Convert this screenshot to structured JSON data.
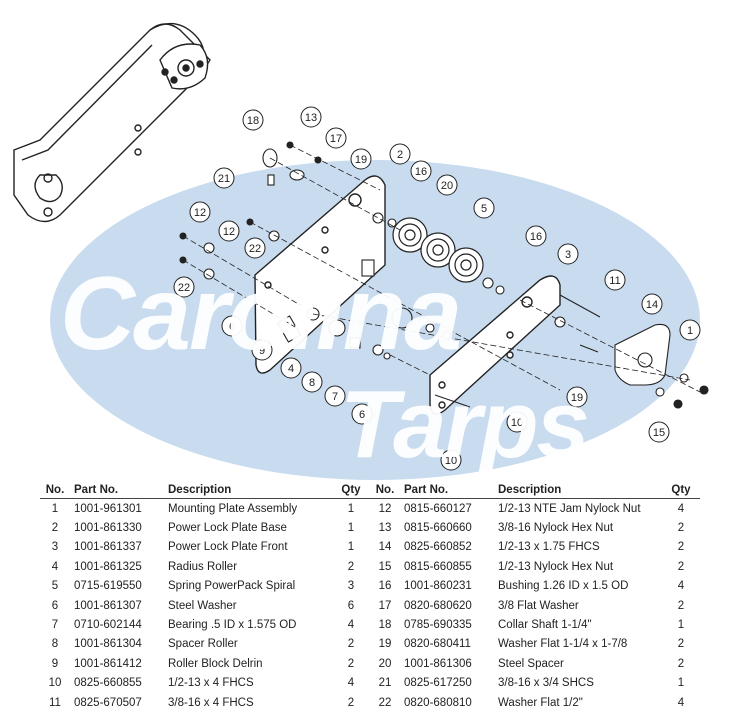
{
  "watermark": {
    "line1": "Carolina",
    "line2": "Tarps"
  },
  "callouts": [
    "18",
    "13",
    "17",
    "19",
    "2",
    "16",
    "20",
    "21",
    "12",
    "22",
    "5",
    "16",
    "3",
    "12",
    "22",
    "11",
    "14",
    "1",
    "6",
    "9",
    "4",
    "8",
    "7",
    "6",
    "10",
    "19",
    "15",
    "10"
  ],
  "table": {
    "headers": {
      "no": "No.",
      "part_no": "Part No.",
      "description": "Description",
      "qty": "Qty"
    },
    "rows": [
      {
        "left": {
          "no": "1",
          "part_no": "1001-961301",
          "description": "Mounting Plate Assembly",
          "qty": "1"
        },
        "right": {
          "no": "12",
          "part_no": "0815-660127",
          "description": "1/2-13 NTE Jam Nylock Nut",
          "qty": "4"
        }
      },
      {
        "left": {
          "no": "2",
          "part_no": "1001-861330",
          "description": "Power Lock Plate Base",
          "qty": "1"
        },
        "right": {
          "no": "13",
          "part_no": "0815-660660",
          "description": "3/8-16 Nylock Hex Nut",
          "qty": "2"
        }
      },
      {
        "left": {
          "no": "3",
          "part_no": "1001-861337",
          "description": "Power Lock Plate Front",
          "qty": "1"
        },
        "right": {
          "no": "14",
          "part_no": "0825-660852",
          "description": "1/2-13 x 1.75 FHCS",
          "qty": "2"
        }
      },
      {
        "left": {
          "no": "4",
          "part_no": "1001-861325",
          "description": "Radius Roller",
          "qty": "2"
        },
        "right": {
          "no": "15",
          "part_no": "0815-660855",
          "description": "1/2-13 Nylock Hex Nut",
          "qty": "2"
        }
      },
      {
        "left": {
          "no": "5",
          "part_no": "0715-619550",
          "description": "Spring PowerPack Spiral",
          "qty": "3"
        },
        "right": {
          "no": "16",
          "part_no": "1001-860231",
          "description": "Bushing 1.26 ID x 1.5 OD",
          "qty": "4"
        }
      },
      {
        "left": {
          "no": "6",
          "part_no": "1001-861307",
          "description": "Steel Washer",
          "qty": "6"
        },
        "right": {
          "no": "17",
          "part_no": "0820-680620",
          "description": "3/8 Flat Washer",
          "qty": "2"
        }
      },
      {
        "left": {
          "no": "7",
          "part_no": "0710-602144",
          "description": "Bearing .5 ID x 1.575 OD",
          "qty": "4"
        },
        "right": {
          "no": "18",
          "part_no": "0785-690335",
          "description": "Collar Shaft 1-1/4\"",
          "qty": "1"
        }
      },
      {
        "left": {
          "no": "8",
          "part_no": "1001-861304",
          "description": "Spacer Roller",
          "qty": "2"
        },
        "right": {
          "no": "19",
          "part_no": "0820-680411",
          "description": "Washer Flat 1-1/4 x 1-7/8",
          "qty": "2"
        }
      },
      {
        "left": {
          "no": "9",
          "part_no": "1001-861412",
          "description": "Roller Block Delrin",
          "qty": "2"
        },
        "right": {
          "no": "20",
          "part_no": "1001-861306",
          "description": "Steel Spacer",
          "qty": "2"
        }
      },
      {
        "left": {
          "no": "10",
          "part_no": "0825-660855",
          "description": "1/2-13 x 4 FHCS",
          "qty": "4"
        },
        "right": {
          "no": "21",
          "part_no": "0825-617250",
          "description": "3/8-16 x 3/4 SHCS",
          "qty": "1"
        }
      },
      {
        "left": {
          "no": "11",
          "part_no": "0825-670507",
          "description": "3/8-16 x 4 FHCS",
          "qty": "2"
        },
        "right": {
          "no": "22",
          "part_no": "0820-680810",
          "description": "Washer Flat 1/2\"",
          "qty": "4"
        }
      }
    ]
  }
}
